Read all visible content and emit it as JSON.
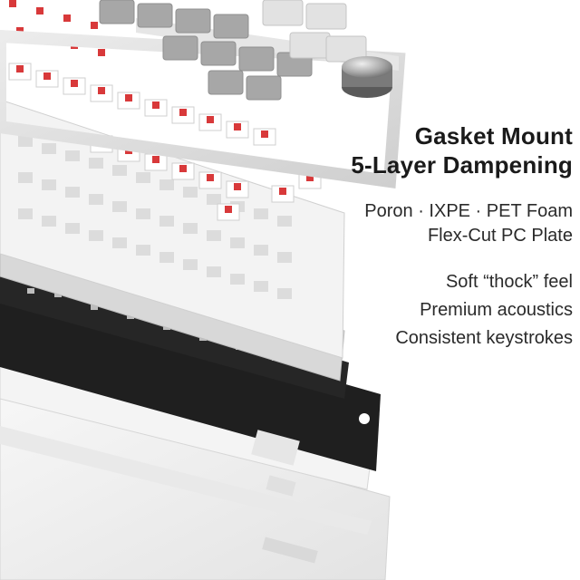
{
  "headline": {
    "line1": "Gasket Mount",
    "line2": "5-Layer Dampening"
  },
  "materials": {
    "line1": "Poron · IXPE · PET Foam",
    "line2": "Flex-Cut PC Plate"
  },
  "features": [
    "Soft “thock” feel",
    "Premium acoustics",
    "Consistent keystrokes"
  ],
  "colors": {
    "switch_red": "#d8393a",
    "keycap_gray": "#a9a9a9",
    "plate_white": "#f2f2f2",
    "foam_black": "#1e1e1e",
    "frame_gray": "#dcdcdc"
  },
  "icons": [
    "volume-knob-icon"
  ]
}
